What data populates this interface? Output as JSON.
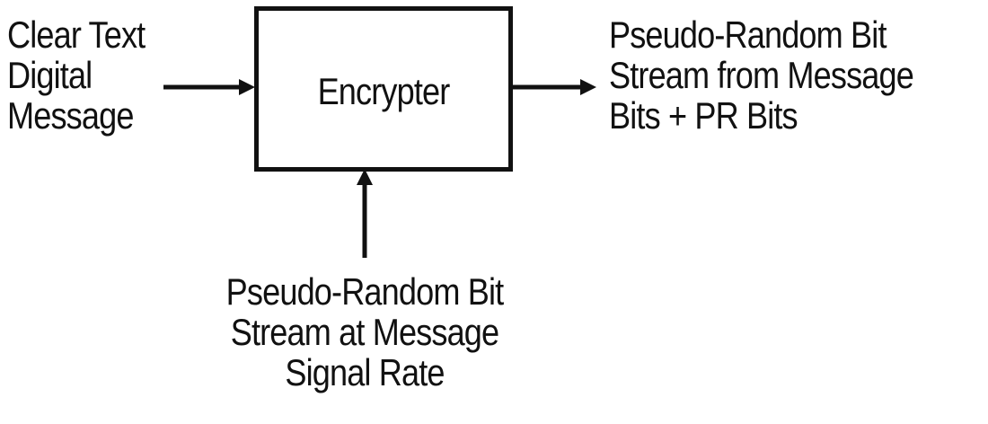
{
  "diagram": {
    "input": {
      "lines": [
        "Clear Text",
        "Digital",
        "Message"
      ]
    },
    "block": {
      "label": "Encrypter"
    },
    "output": {
      "lines": [
        "Pseudo-Random Bit",
        "Stream from Message",
        "Bits + PR Bits"
      ]
    },
    "key_input": {
      "lines": [
        "Pseudo-Random Bit",
        "Stream at Message",
        "Signal Rate"
      ]
    },
    "colors": {
      "stroke": "#111111",
      "background": "#ffffff",
      "text": "#111111"
    }
  }
}
